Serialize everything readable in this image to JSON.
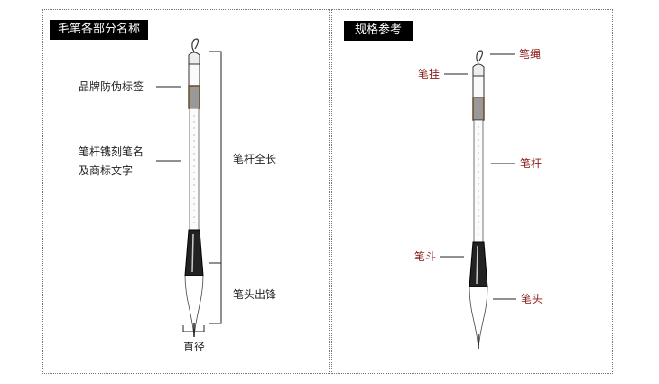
{
  "left_panel": {
    "title": "毛笔各部分名称",
    "labels": {
      "brand_label": "品牌防伪标签",
      "engraving_line1": "笔杆镌刻笔名",
      "engraving_line2": "及商标文字",
      "shaft_length": "笔杆全长",
      "tip_length": "笔头出锋",
      "diameter": "直径"
    }
  },
  "right_panel": {
    "title": "规格参考",
    "labels": {
      "rope": "笔绳",
      "hanger": "笔挂",
      "shaft": "笔杆",
      "ferrule": "笔斗",
      "head": "笔头"
    }
  },
  "colors": {
    "label_red": "#8b1a1a",
    "header_bg": "#000000",
    "tag_brown": "#6b4a2a"
  }
}
